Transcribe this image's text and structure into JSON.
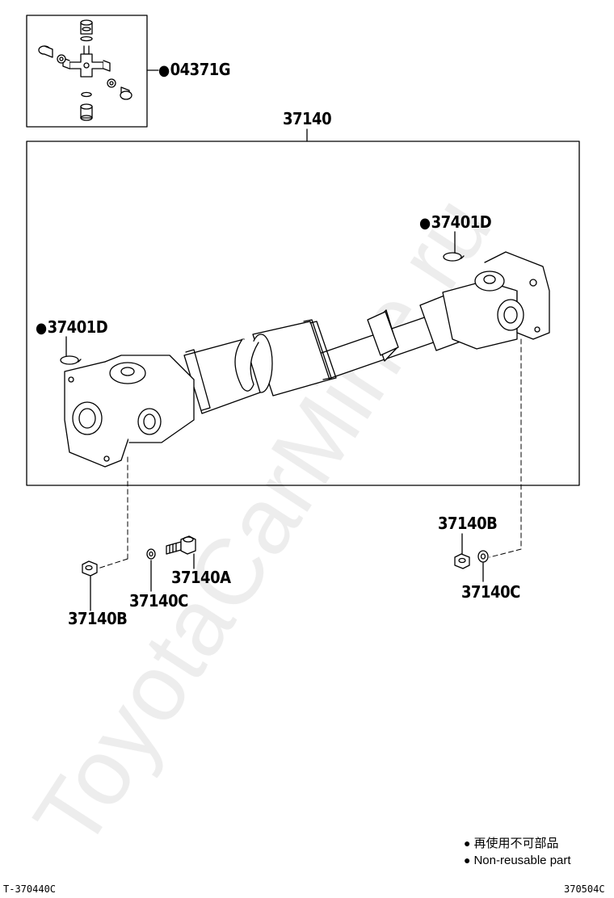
{
  "watermark": "ToyotaCarMine.ru",
  "labels": {
    "joint_kit": "04371G",
    "assembly": "37140",
    "snap_ring_right": "37401D",
    "snap_ring_left": "37401D",
    "nut_right": "37140B",
    "washer_right": "37140C",
    "bolt": "37140A",
    "washer_left": "37140C",
    "nut_left": "37140B"
  },
  "legend": {
    "line1": "再使用不可部品",
    "line2": "Non-reusable part"
  },
  "codes": {
    "left": "T-370440C",
    "right": "370504C"
  }
}
